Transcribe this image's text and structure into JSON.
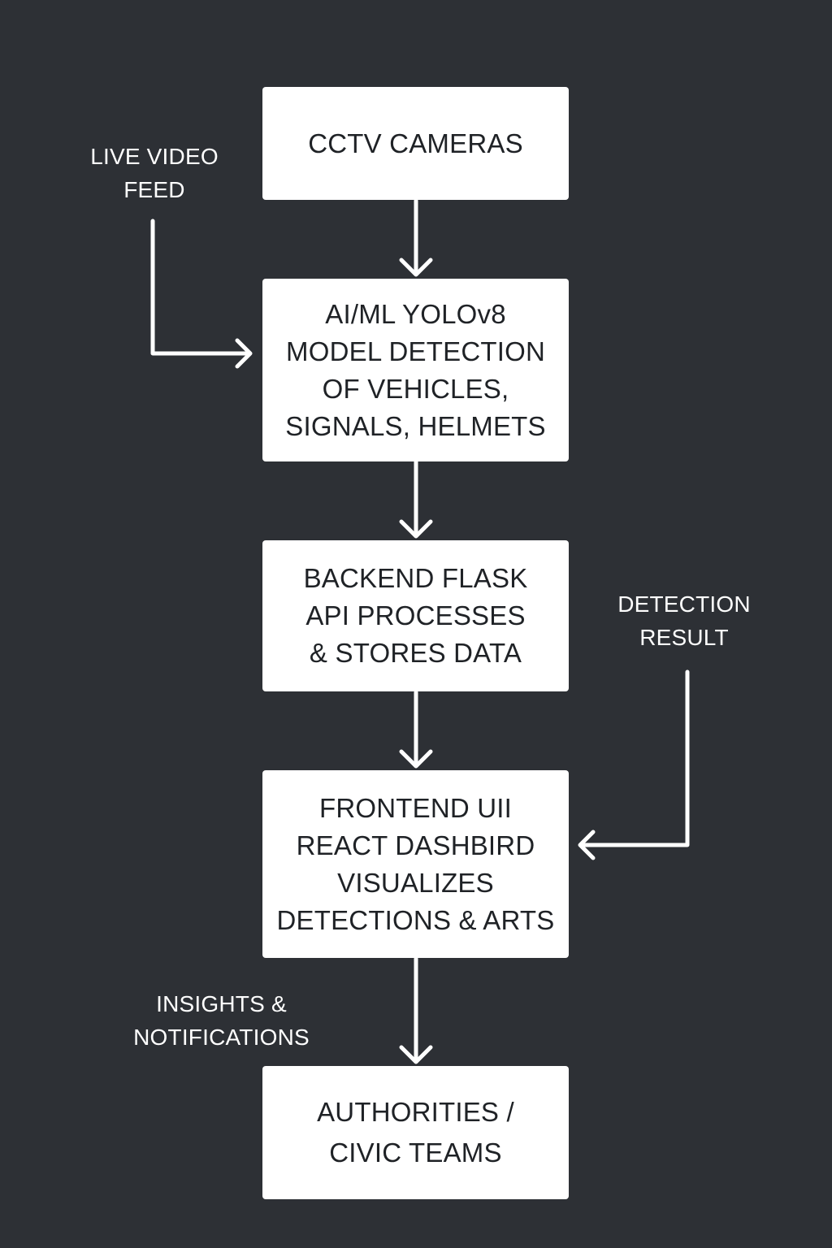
{
  "nodes": {
    "cctv": "CCTV CAMERAS",
    "model": "AI/ML YOLOv8\nMODEL DETECTION\nOF VEHICLES,\nSIGNALS, HELMETS",
    "backend": "BACKEND FLASK\nAPI PROCESSES\n& STORES DATA",
    "frontend": "FRONTEND UII\nREACT DASHBIRD\nVISUALIZES\nDETECTIONS & ARTS",
    "authorities": "AUTHORITIES /\nCIVIC TEAMS"
  },
  "labels": {
    "live_feed": "LIVE VIDEO\nFEED",
    "detection_result": "DETECTION\nRESULT",
    "insights": "INSIGHTS &\nNOTIFICATIONS"
  },
  "colors": {
    "background": "#2d3035",
    "box": "#ffffff",
    "box_text": "#1f2226",
    "arrow": "#ffffff",
    "label_text": "#ffffff"
  }
}
